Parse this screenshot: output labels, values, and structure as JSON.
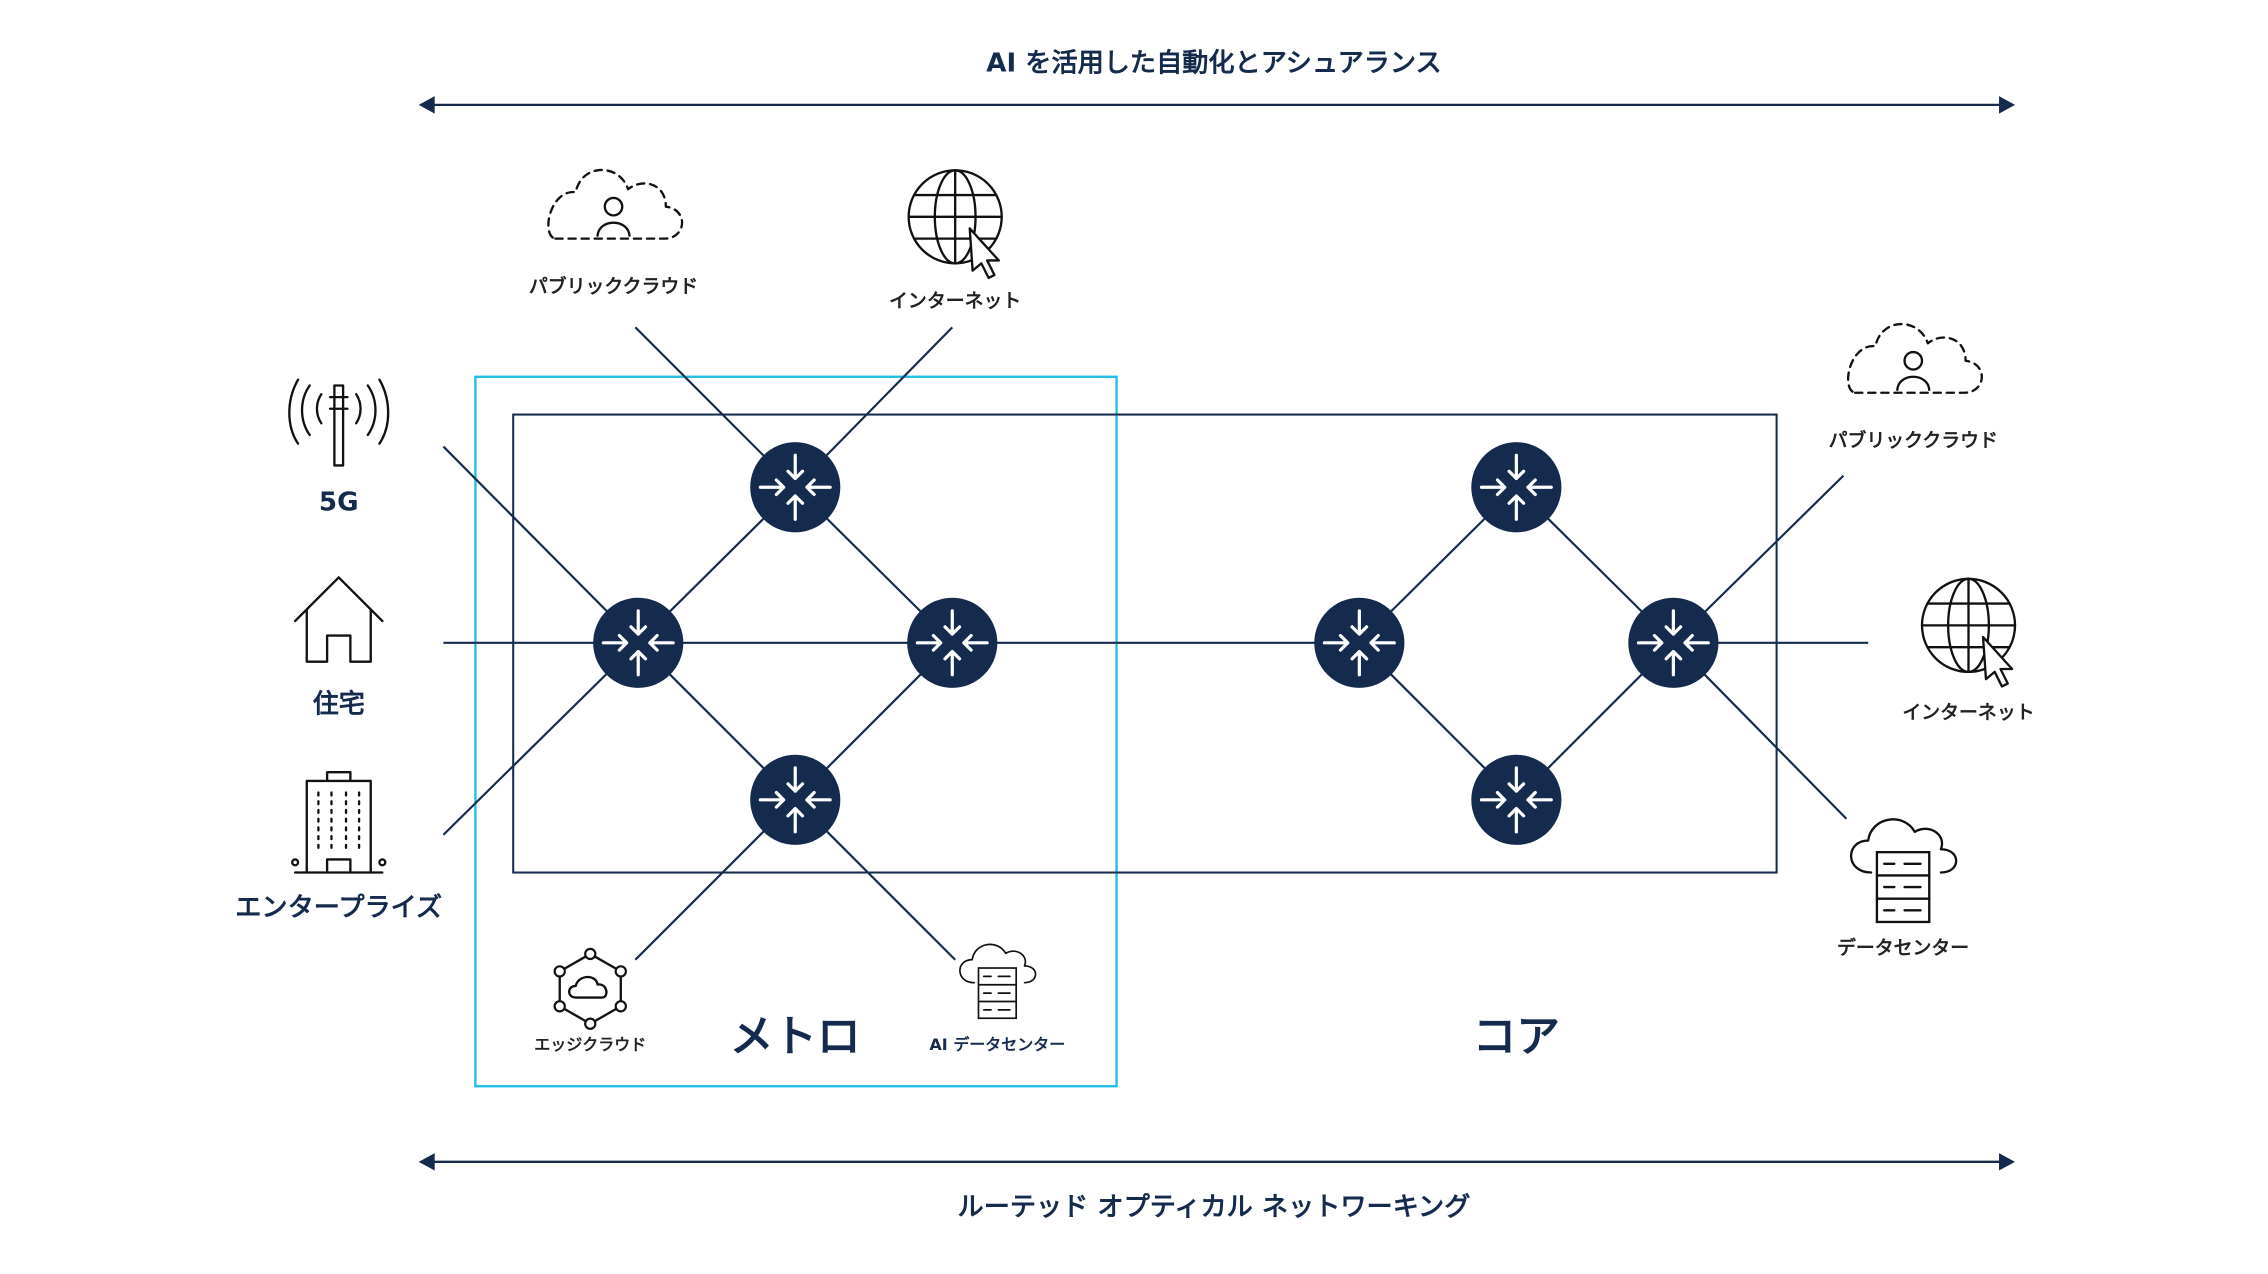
{
  "banners": {
    "top": "AI を活用した自動化とアシュアランス",
    "bottom": "ルーテッド オプティカル ネットワーキング"
  },
  "sections": {
    "metro": "メトロ",
    "core": "コア"
  },
  "left_endpoints": {
    "fiveg": "5G",
    "residential": "住宅",
    "enterprise": "エンタープライズ"
  },
  "metro_endpoints": {
    "public_cloud": "パブリッククラウド",
    "internet": "インターネット",
    "edge_cloud": "エッジクラウド",
    "ai_datacenter": "AI データセンター"
  },
  "core_endpoints": {
    "public_cloud": "パブリッククラウド",
    "internet": "インターネット",
    "datacenter": "データセンター"
  },
  "colors": {
    "navy": "#152b4d",
    "metro_box": "#1ebde8",
    "core_box": "#152b4d"
  }
}
